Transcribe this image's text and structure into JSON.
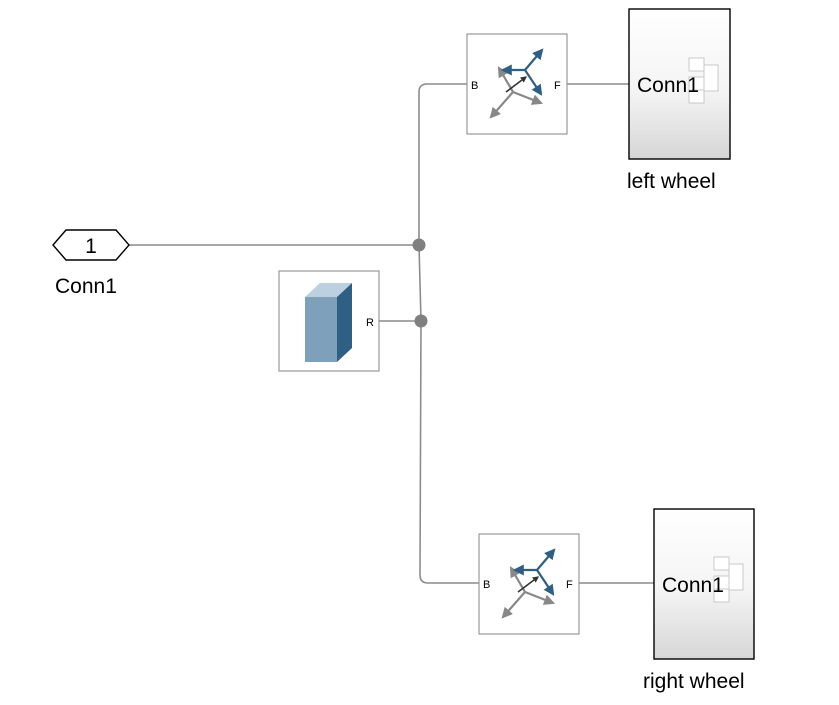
{
  "inport": {
    "number": "1",
    "label": "Conn1"
  },
  "subsystems": [
    {
      "port_label": "Conn1",
      "name": "left wheel"
    },
    {
      "port_label": "Conn1",
      "name": "right wheel"
    }
  ],
  "transforms": [
    {
      "base_port": "B",
      "follower_port": "F"
    },
    {
      "base_port": "B",
      "follower_port": "F"
    }
  ],
  "solid": {
    "port": "R"
  },
  "colors": {
    "line": "#8c8c8c",
    "junction": "#808080",
    "block_border": "#999999",
    "solid_front": "#7fa0bb",
    "solid_side": "#2f5f82",
    "solid_top": "#bcd0e0",
    "arrow_dark": "#2f5f82",
    "arrow_gray": "#888888"
  },
  "icons": [
    "hexagon-inport-icon",
    "rigid-transform-icon",
    "solid-block-icon",
    "subsystem-port-icon"
  ]
}
